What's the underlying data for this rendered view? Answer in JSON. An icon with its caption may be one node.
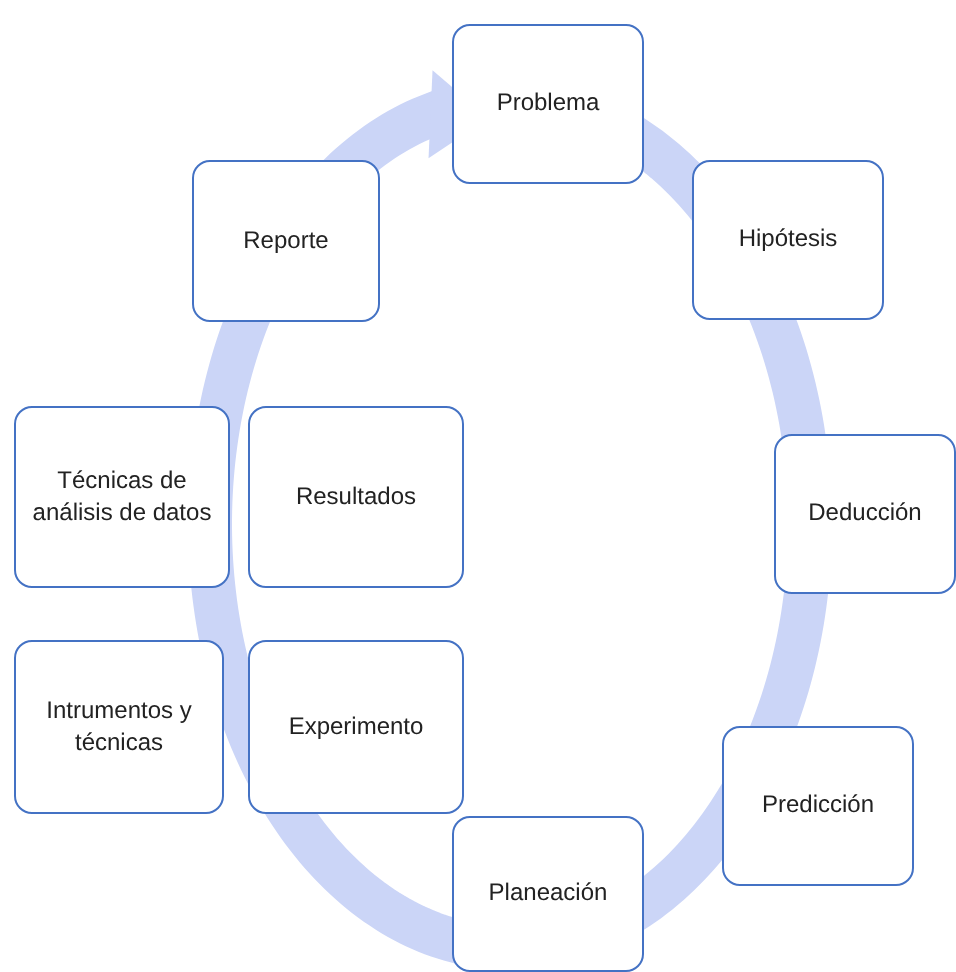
{
  "diagram": {
    "nodes": [
      {
        "text": [
          "Problema"
        ]
      },
      {
        "text": [
          "Hipótesis"
        ]
      },
      {
        "text": [
          "Deducción"
        ]
      },
      {
        "text": [
          "Predicción"
        ]
      },
      {
        "text": [
          "Planeación"
        ]
      },
      {
        "text": [
          "Reporte"
        ]
      },
      {
        "text": [
          "Resultados"
        ]
      },
      {
        "text": [
          "Experimento"
        ]
      },
      {
        "text": [
          "Técnicas de análisis de datos"
        ]
      },
      {
        "text": [
          "Intrumentos y técnicas"
        ]
      }
    ]
  }
}
